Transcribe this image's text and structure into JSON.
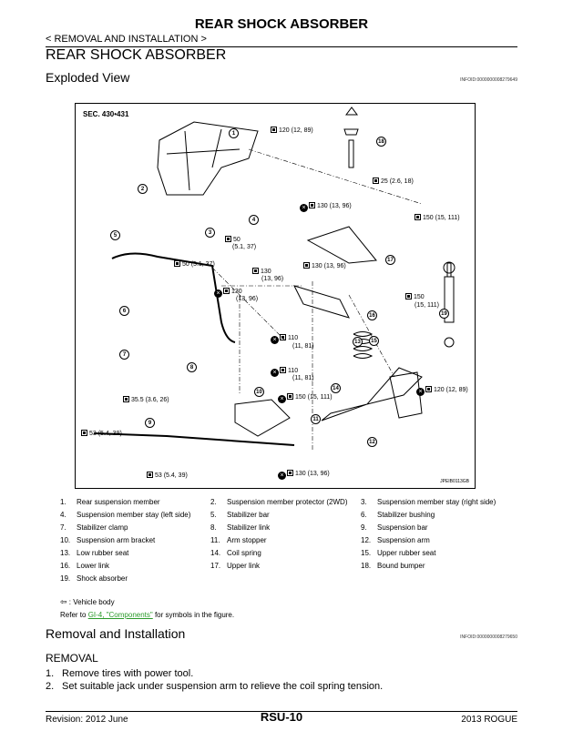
{
  "header": {
    "title": "REAR SHOCK ABSORBER",
    "breadcrumb": "< REMOVAL AND INSTALLATION >",
    "section_heading": "REAR SHOCK ABSORBER",
    "exploded_heading": "Exploded View",
    "infoid_1": "INFOID:0000000008279649"
  },
  "figure": {
    "section_ref": "SEC. 430•431",
    "figure_id": "JPEIB0113GB",
    "torques": [
      "120 (12, 89)",
      "25 (2.6, 18)",
      "130 (13, 96)",
      "150 (15, 111)",
      "50",
      "(5.1, 37)",
      "50 (5.1, 37)",
      "130",
      "(13, 96)",
      "130 (13, 96)",
      "130",
      "(13, 96)",
      "150",
      "(15, 111)",
      "110",
      "(11, 81)",
      "110",
      "(11, 81)",
      "150 (15, 111)",
      "120 (12, 89)",
      "35.5 (3.6, 26)",
      "53 (5.4, 39)",
      "53 (5.4, 39)",
      "130 (13, 96)"
    ],
    "callouts": [
      "1",
      "2",
      "3",
      "4",
      "5",
      "6",
      "7",
      "8",
      "9",
      "10",
      "11",
      "12",
      "13",
      "14",
      "15",
      "16",
      "17",
      "18",
      "19"
    ]
  },
  "legend": {
    "rows": [
      [
        {
          "num": "1.",
          "label": "Rear suspension member"
        },
        {
          "num": "2.",
          "label": "Suspension member protector (2WD)"
        },
        {
          "num": "3.",
          "label": "Suspension member stay (right side)"
        }
      ],
      [
        {
          "num": "4.",
          "label": "Suspension member stay (left side)"
        },
        {
          "num": "5.",
          "label": "Stabilizer bar"
        },
        {
          "num": "6.",
          "label": "Stabilizer bushing"
        }
      ],
      [
        {
          "num": "7.",
          "label": "Stabilizer clamp"
        },
        {
          "num": "8.",
          "label": "Stabilizer link"
        },
        {
          "num": "9.",
          "label": "Suspension bar"
        }
      ],
      [
        {
          "num": "10.",
          "label": "Suspension arm bracket"
        },
        {
          "num": "11.",
          "label": "Arm stopper"
        },
        {
          "num": "12.",
          "label": "Suspension arm"
        }
      ],
      [
        {
          "num": "13.",
          "label": "Low rubber seat"
        },
        {
          "num": "14.",
          "label": "Coil spring"
        },
        {
          "num": "15.",
          "label": "Upper rubber seat"
        }
      ],
      [
        {
          "num": "16.",
          "label": "Lower link"
        },
        {
          "num": "17.",
          "label": "Upper link"
        },
        {
          "num": "18.",
          "label": "Bound bumper"
        }
      ],
      [
        {
          "num": "19.",
          "label": "Shock absorber"
        },
        {
          "num": "",
          "label": ""
        },
        {
          "num": "",
          "label": ""
        }
      ]
    ],
    "vehicle_body": ": Vehicle body",
    "refer_prefix": "Refer to ",
    "refer_link": "GI-4, \"Components\"",
    "refer_suffix": " for symbols in the figure."
  },
  "removal": {
    "heading": "Removal and Installation",
    "infoid_2": "INFOID:0000000008279650",
    "subheading": "REMOVAL",
    "steps": [
      {
        "num": "1.",
        "text": "Remove tires with power tool."
      },
      {
        "num": "2.",
        "text": "Set suitable jack under suspension arm to relieve the coil spring tension."
      }
    ]
  },
  "footer": {
    "revision": "Revision: 2012 June",
    "page": "RSU-10",
    "model": "2013 ROGUE"
  }
}
